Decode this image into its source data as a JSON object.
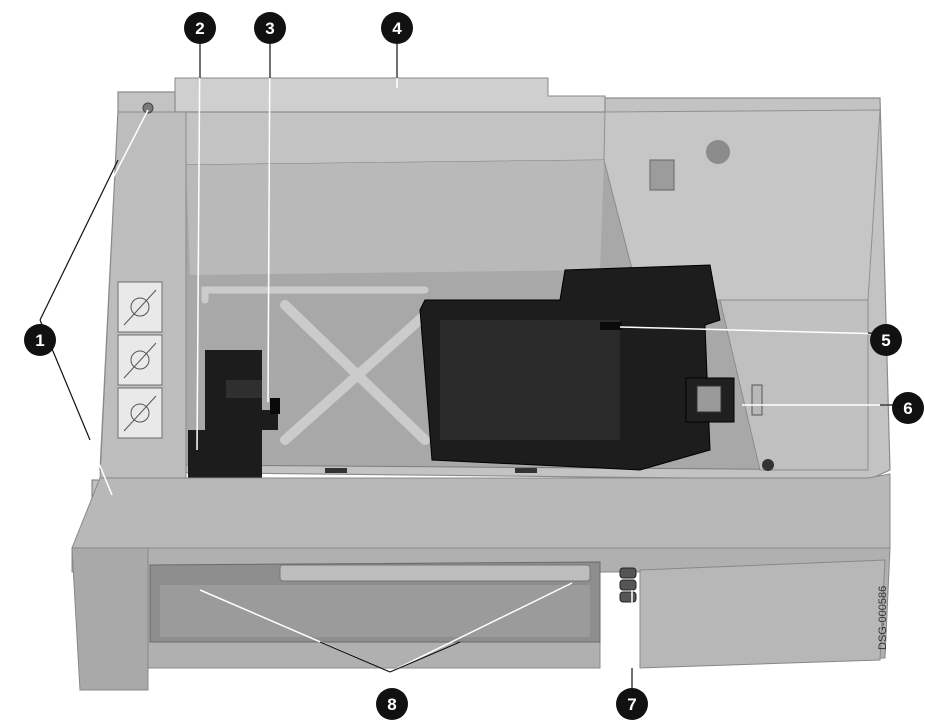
{
  "figure": {
    "callouts": [
      "1",
      "2",
      "3",
      "4",
      "5",
      "6",
      "7",
      "8"
    ],
    "figure_code": "DSG-000586"
  },
  "colors": {
    "tray_light": "#c9c9c9",
    "tray_mid": "#b3b3b3",
    "tray_dark": "#8e8e8e",
    "cavity": "#a9a9a9",
    "part_black": "#1c1c1c",
    "callout_fill": "#111111",
    "leader_line": "#ffffff"
  }
}
